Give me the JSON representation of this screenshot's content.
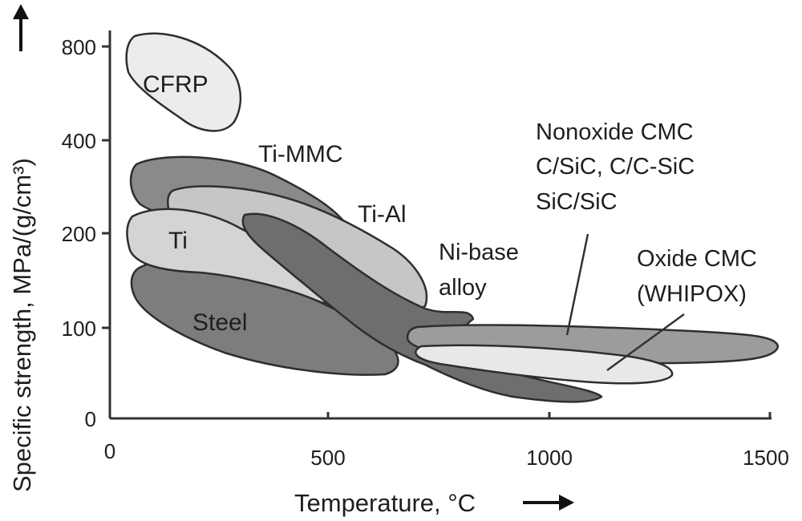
{
  "chart_data": {
    "type": "area",
    "xlabel": "Temperature, °C",
    "ylabel": "Specific strength, MPa/(g/cm³)",
    "xlim": [
      0,
      1500
    ],
    "ylim": [
      0,
      800
    ],
    "x_ticks": [
      "0",
      "500",
      "1000",
      "1500"
    ],
    "y_ticks": [
      "0",
      "100",
      "200",
      "400",
      "800"
    ],
    "y_scale": "non-linear (labeled 0, 100, 200, 400, 800)",
    "grid": false,
    "legend": "none",
    "regions": [
      {
        "name": "CFRP",
        "temp_range": [
          50,
          300
        ],
        "strength_range": [
          480,
          820
        ],
        "fill": "#ececec"
      },
      {
        "name": "Ti-MMC",
        "temp_range": [
          50,
          520
        ],
        "strength_range": [
          220,
          390
        ],
        "fill": "#8a8a8a"
      },
      {
        "name": "Ti-Al",
        "temp_range": [
          100,
          720
        ],
        "strength_range": [
          110,
          300
        ],
        "fill": "#c6c6c6"
      },
      {
        "name": "Ti",
        "temp_range": [
          50,
          500
        ],
        "strength_range": [
          150,
          250
        ],
        "fill": "#d4d4d4"
      },
      {
        "name": "Steel",
        "temp_range": [
          50,
          650
        ],
        "strength_range": [
          50,
          170
        ],
        "fill": "#7d7d7d"
      },
      {
        "name": "Ni-base alloy",
        "temp_range": [
          250,
          1100
        ],
        "strength_range": [
          30,
          230
        ],
        "fill": "#6e6e6e"
      },
      {
        "name": "Nonoxide CMC\nC/SiC, C/C-SiC\nSiC/SiC",
        "temp_range": [
          700,
          1500
        ],
        "strength_range": [
          70,
          105
        ],
        "fill": "#9c9c9c"
      },
      {
        "name": "Oxide CMC\n(WHIPOX)",
        "temp_range": [
          700,
          1280
        ],
        "strength_range": [
          55,
          80
        ],
        "fill": "#e8e8e8"
      }
    ],
    "labels": {
      "cfrp": "CFRP",
      "ti_mmc": "Ti-MMC",
      "ti_al": "Ti-Al",
      "ti": "Ti",
      "steel": "Steel",
      "ni_line1": "Ni-base",
      "ni_line2": "alloy",
      "nonoxide_line1": "Nonoxide CMC",
      "nonoxide_line2": "C/SiC, C/C-SiC",
      "nonoxide_line3": "SiC/SiC",
      "oxide_line1": "Oxide CMC",
      "oxide_line2": "(WHIPOX)"
    }
  }
}
